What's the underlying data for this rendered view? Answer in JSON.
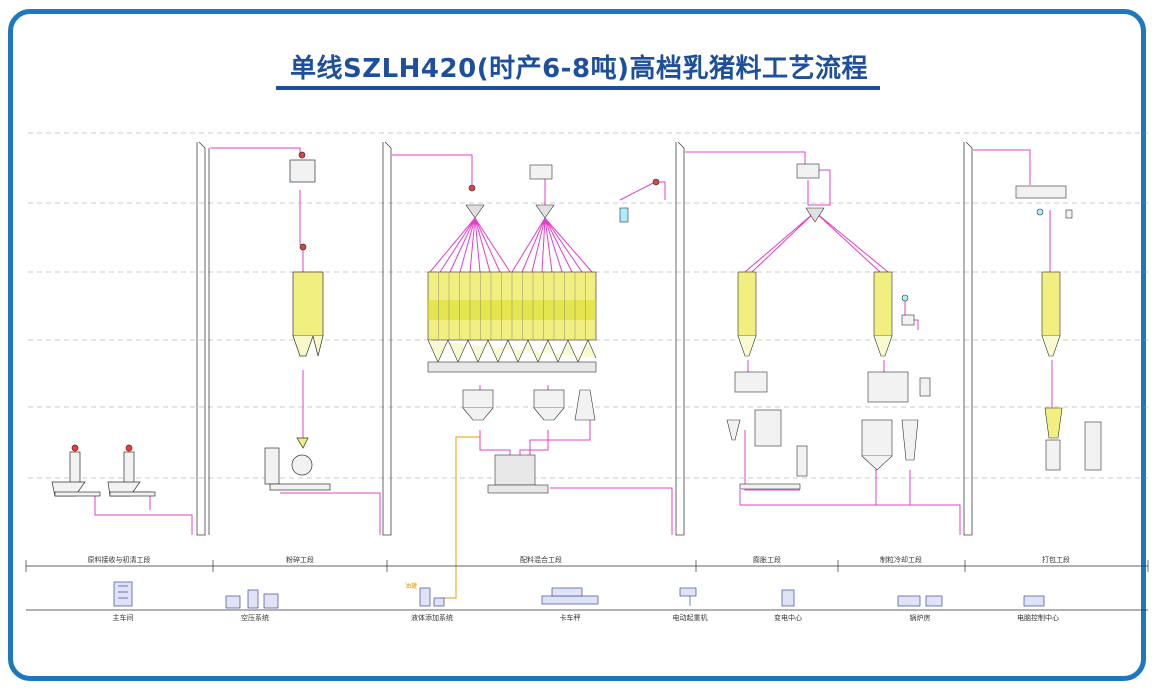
{
  "title": "单线SZLH420(时产6-8吨)高档乳猪料工艺流程",
  "sections": [
    {
      "label": "原料接收与初清工段"
    },
    {
      "label": "粉碎工段"
    },
    {
      "label": "配料混合工段"
    },
    {
      "label": "膨胀工段"
    },
    {
      "label": "制粒冷却工段"
    },
    {
      "label": "打包工段"
    }
  ],
  "facilities": [
    {
      "label": "主车间",
      "icon": "building-icon"
    },
    {
      "label": "空压系统",
      "icon": "compressor-icon"
    },
    {
      "label": "液体添加系统",
      "icon": "liquid-tank-icon"
    },
    {
      "label": "卡车秤",
      "icon": "truck-scale-icon"
    },
    {
      "label": "电动起重机",
      "icon": "crane-icon"
    },
    {
      "label": "变电中心",
      "icon": "transformer-icon"
    },
    {
      "label": "锅炉房",
      "icon": "boiler-icon"
    },
    {
      "label": "电脑控制中心",
      "icon": "computer-icon"
    }
  ],
  "tank_label": "油罐",
  "colors": {
    "frame": "#1e78be",
    "title": "#1e4f9c",
    "pipe": "#e040c8",
    "liquid": "#e0a000",
    "bin": "#f0ef80",
    "bin_dark": "#dddd30"
  }
}
